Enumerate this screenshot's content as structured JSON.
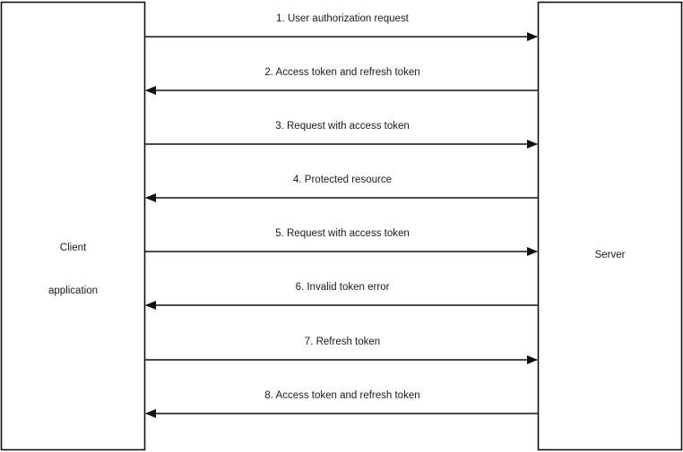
{
  "diagram": {
    "type": "sequence-diagram",
    "title": "",
    "background_color": "#ffffff",
    "stroke_color": "#1a1a1a",
    "text_color": "#1a1a1a",
    "participants": [
      {
        "id": "client",
        "label_line1": "Client",
        "label_line2": "application",
        "side": "left"
      },
      {
        "id": "server",
        "label_line1": "Server",
        "label_line2": "",
        "side": "right"
      }
    ],
    "messages": [
      {
        "number": "1",
        "label": "1. User authorization request",
        "from": "client",
        "to": "server",
        "direction": "right"
      },
      {
        "number": "2",
        "label": "2. Access token and refresh token",
        "from": "server",
        "to": "client",
        "direction": "left"
      },
      {
        "number": "3",
        "label": "3. Request with access token",
        "from": "client",
        "to": "server",
        "direction": "right"
      },
      {
        "number": "4",
        "label": "4. Protected resource",
        "from": "server",
        "to": "client",
        "direction": "left"
      },
      {
        "number": "5",
        "label": "5. Request with access token",
        "from": "client",
        "to": "server",
        "direction": "right"
      },
      {
        "number": "6",
        "label": "6. Invalid token error",
        "from": "server",
        "to": "client",
        "direction": "left"
      },
      {
        "number": "7",
        "label": "7. Refresh token",
        "from": "client",
        "to": "server",
        "direction": "right"
      },
      {
        "number": "8",
        "label": "8. Access token and refresh token",
        "from": "server",
        "to": "client",
        "direction": "left"
      }
    ]
  }
}
